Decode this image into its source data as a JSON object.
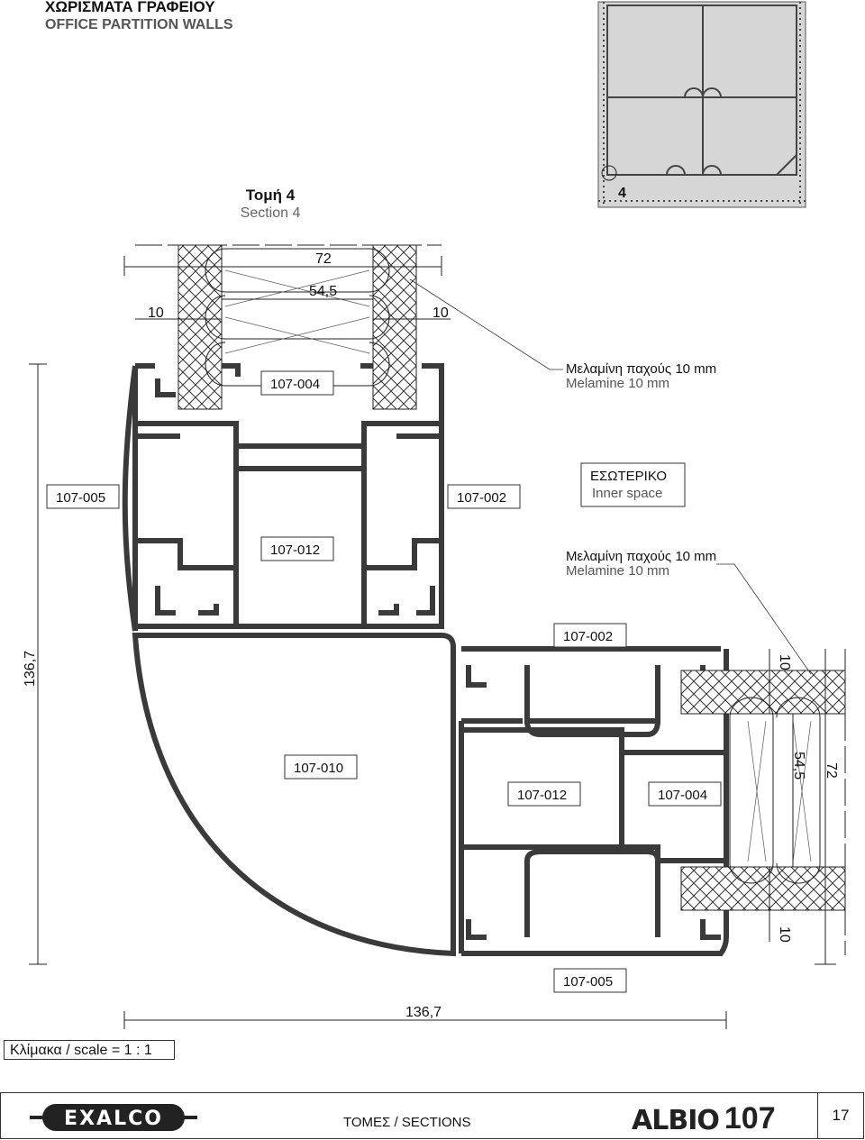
{
  "header": {
    "title_gr": "ΧΩΡΙΣΜΑΤΑ ΓΡΑΦΕΙΟΥ",
    "title_en": "OFFICE PARTITION WALLS"
  },
  "section": {
    "label_gr": "Τομή  4",
    "label_en": "Section 4"
  },
  "plan": {
    "marker": "4"
  },
  "dimensions": {
    "total_width": "72",
    "panel_inner": "54,5",
    "left_melamine": "10",
    "right_melamine": "10",
    "height_total": "136,7",
    "width_total": "136,7",
    "right_top": "10",
    "right_inner": "54,5",
    "right_total": "72",
    "right_bottom": "10"
  },
  "parts": {
    "p107_004_top": "107-004",
    "p107_005_left": "107-005",
    "p107_002_top": "107-002",
    "p107_012_top": "107-012",
    "p107_002_right": "107-002",
    "p107_010": "107-010",
    "p107_012_bottom": "107-012",
    "p107_004_bottom": "107-004",
    "p107_005_bottom": "107-005"
  },
  "notes": {
    "melamine_gr_1": "Μελαμίνη παχούς 10 mm",
    "melamine_en_1": "Melamine 10 mm",
    "inner_gr": "ΕΣΩΤΕΡΙΚΟ",
    "inner_en": "Inner space",
    "melamine_gr_2": "Μελαμίνη παχούς 10 mm",
    "melamine_en_2": "Melamine 10 mm"
  },
  "scale": "Κλίμακα / scale  = 1 : 1",
  "footer": {
    "brand": "EXALCO",
    "sections": "ΤΟΜΕΣ / SECTIONS",
    "product_word": "ALBIO",
    "product_num": "107",
    "page": "17"
  }
}
